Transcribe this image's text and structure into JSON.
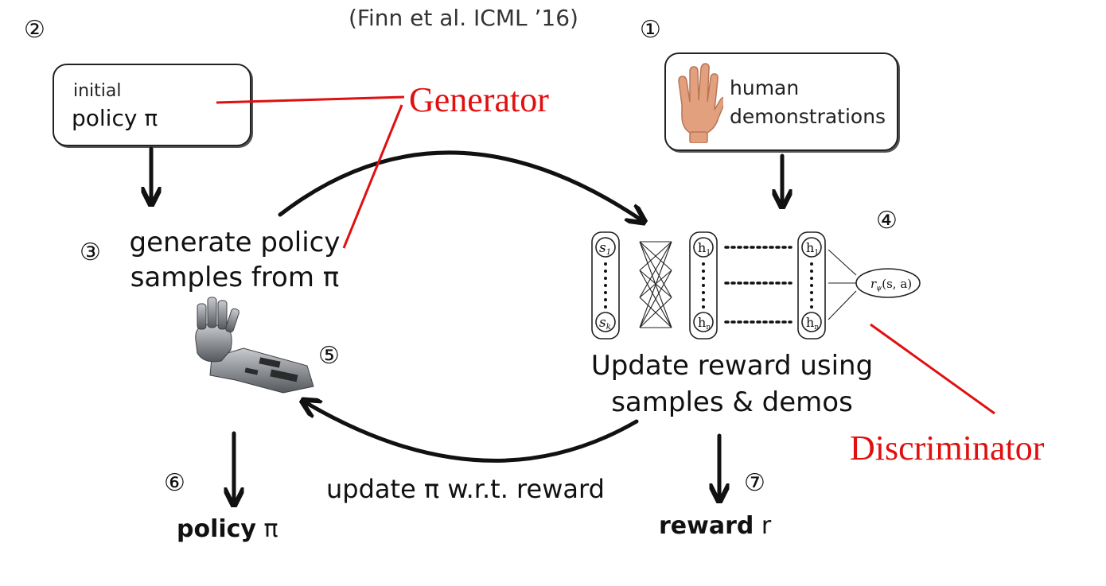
{
  "citation": "(Finn et al. ICML ’16)",
  "steps": {
    "s1": "①",
    "s2": "②",
    "s3": "③",
    "s4": "④",
    "s5": "⑤",
    "s6": "⑥",
    "s7": "⑦"
  },
  "policy_box": {
    "line1": "initial",
    "line2": "policy π"
  },
  "demo_box": {
    "line1": "human",
    "line2": "demonstrations"
  },
  "generate": {
    "line1": "generate policy",
    "line2": "samples from π"
  },
  "update_reward": {
    "line1": "Update reward using",
    "line2": "samples & demos"
  },
  "update_policy": "update π w.r.t. reward",
  "labels": {
    "generator": "Generator",
    "discriminator": "Discriminator"
  },
  "outputs": {
    "policy_bold": "policy",
    "policy_sym": " π",
    "reward_bold": "reward",
    "reward_sym": " r"
  },
  "network": {
    "input_top": "s",
    "input_top_sub": "1",
    "input_bottom": "s",
    "input_bottom_sub": "k",
    "hidden_top": "h",
    "hidden_top_sub": "1",
    "hidden_bottom": "h",
    "hidden_bottom_sub": "n",
    "output": "r",
    "output_sub": "ψ",
    "output_args": "(s, a)"
  },
  "colors": {
    "accent": "#e01010",
    "ink": "#111111"
  },
  "icons": {
    "hand": "hand-icon",
    "robot_arm": "robot-arm-icon"
  }
}
